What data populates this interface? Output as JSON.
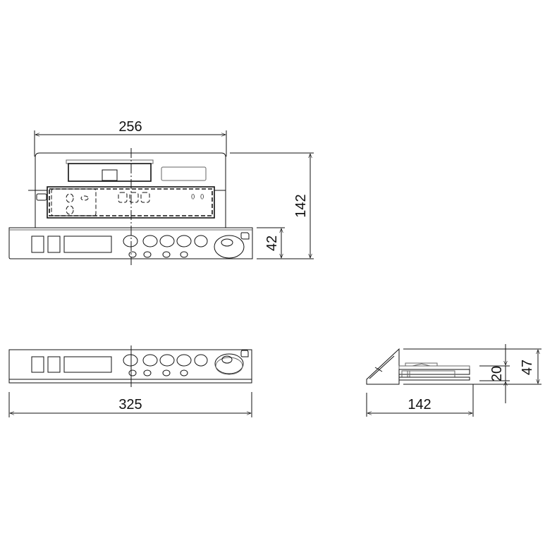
{
  "drawing": {
    "title": "Product dimension drawing",
    "units": "mm",
    "views": {
      "top": {
        "dimensions": {
          "width": "256",
          "overall_depth": "142",
          "panel_depth": "42"
        }
      },
      "front": {
        "dimensions": {
          "width": "325"
        }
      },
      "side": {
        "dimensions": {
          "depth": "142",
          "height": "47",
          "body_height": "20"
        }
      }
    },
    "panel_controls": {
      "square_buttons": 2,
      "display_windows": 1,
      "large_round_buttons": 5,
      "small_round_buttons": 4,
      "rotary_knob": 1,
      "indicator": 1
    }
  }
}
